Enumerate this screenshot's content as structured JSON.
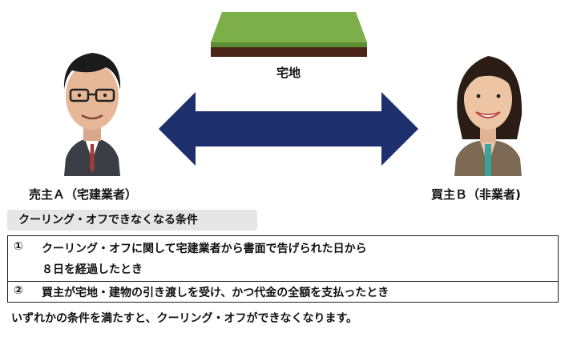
{
  "land": {
    "label": "宅地"
  },
  "seller": {
    "label": "売主Ａ（宅建業者）"
  },
  "buyer": {
    "label": "買主Ｂ（非業者)"
  },
  "conditions": {
    "heading": "クーリング・オフできなくなる条件",
    "items": [
      {
        "number": "①",
        "lines": [
          "クーリング・オフに関して宅建業者から書面で告げられた日から",
          "８日を経過したとき"
        ]
      },
      {
        "number": "②",
        "lines": [
          "買主が宅地・建物の引き渡しを受け、かつ代金の全額を支払ったとき"
        ]
      }
    ]
  },
  "footnote": "いずれかの条件を満たすと、クーリング・オフができなくなります。",
  "colors": {
    "arrow": "#1e2f6e",
    "grass": "#77aa44",
    "soil": "#4a2418",
    "heading_bg": "#e6e6e6"
  }
}
